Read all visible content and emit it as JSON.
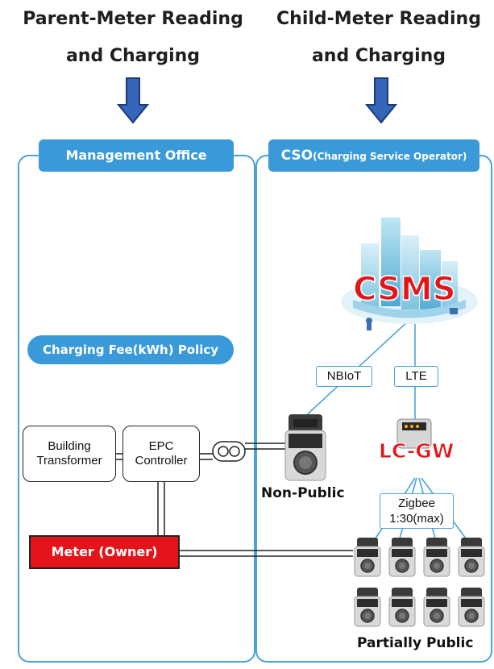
{
  "headings": {
    "parent_line1": "Parent-Meter Reading",
    "parent_line2": "and Charging",
    "child_line1": "Child-Meter Reading",
    "child_line2": "and Charging"
  },
  "panels": {
    "management_office": "Management Office",
    "cso_main": "CSO",
    "cso_sub": "(Charging Service Operator)"
  },
  "policy": "Charging Fee(kWh) Policy",
  "building_transformer": {
    "line1": "Building",
    "line2": "Transformer"
  },
  "epc_controller": {
    "line1": "EPC",
    "line2": "Controller"
  },
  "meter": "Meter (Owner)",
  "csms": "CSMS",
  "links": {
    "nbiot": "NBIoT",
    "lte": "LTE"
  },
  "lcgw": "LC-GW",
  "zigbee": {
    "line1": "Zigbee",
    "line2": "1:30(max)"
  },
  "non_public": "Non-Public",
  "partially_public": "Partially Public",
  "colors": {
    "panel_blue": "#3a9ad9",
    "meter_red": "#e3151a",
    "arrow_blue": "#3566b8"
  }
}
